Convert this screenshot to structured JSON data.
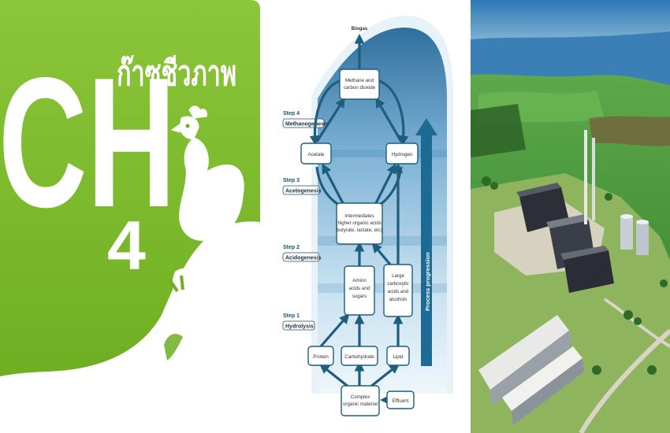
{
  "logo": {
    "formula_main": "CH",
    "formula_subscript": "4",
    "thai_title": "ก๊าซชีวภาพ",
    "green": "#7cb82a"
  },
  "diagram": {
    "top_label": "Biogas",
    "side_arrow_label": "Process progression",
    "steps": [
      {
        "step": "Step 4",
        "name": "Methanogenesis"
      },
      {
        "step": "Step 3",
        "name": "Acetogenesis"
      },
      {
        "step": "Step 2",
        "name": "Acidogenesis"
      },
      {
        "step": "Step 1",
        "name": "Hydrolysis"
      }
    ],
    "boxes": {
      "methane": [
        "Methane and",
        "carbon dioxide"
      ],
      "acetate": [
        "Acetate"
      ],
      "hydrogen": [
        "Hydrogen"
      ],
      "intermediates": [
        "Intermediates",
        "(higher organic acids,",
        "butyrate, lactate, etc)"
      ],
      "amino": [
        "Amino",
        "acids and",
        "sugars"
      ],
      "carboxylic": [
        "Large",
        "carboxylic",
        "acids and",
        "alcohols"
      ],
      "protein": [
        "Protein"
      ],
      "carbohydrate": [
        "Carbohydrate"
      ],
      "lipid": [
        "Lipid"
      ],
      "complex": [
        "Complex",
        "organic material"
      ],
      "effluent": [
        "Effluent"
      ]
    },
    "arrow_color": "#1d5d7e"
  },
  "photo": {
    "sky": "#4a8fc0",
    "water": "#3a7fb5",
    "grass": "#4f9a3a"
  }
}
